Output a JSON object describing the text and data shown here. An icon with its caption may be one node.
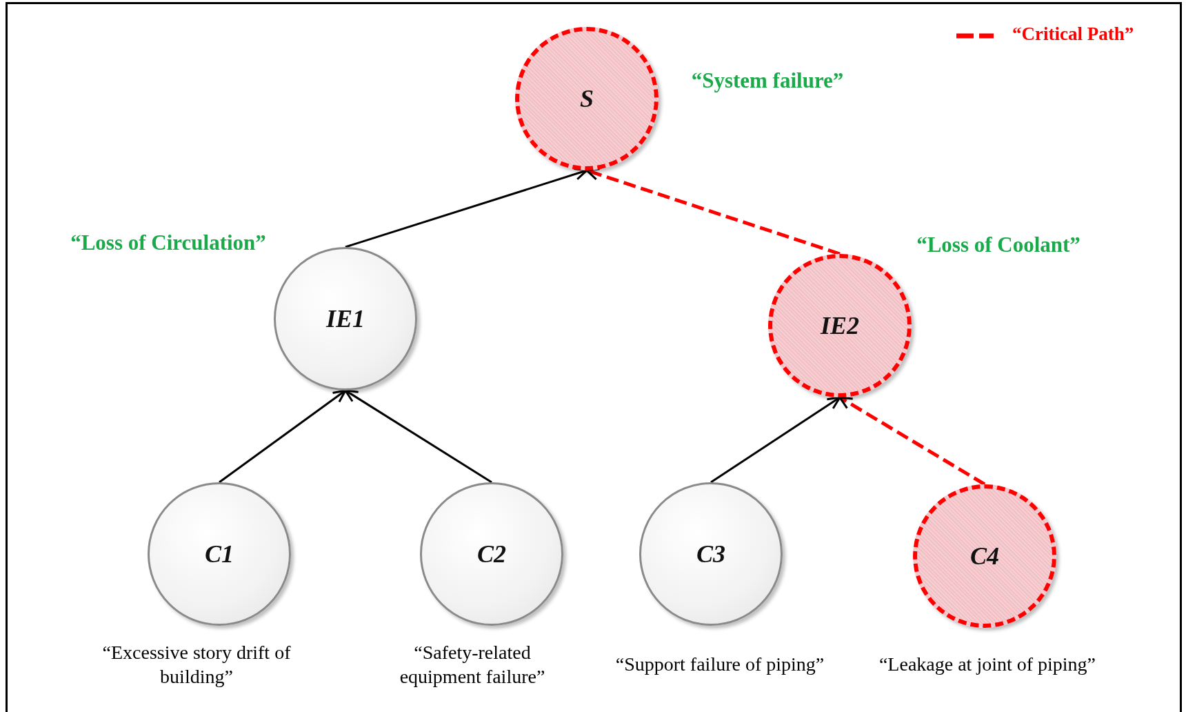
{
  "diagram": {
    "nodes": [
      {
        "text": [
          "S"
        ],
        "beside": [
          "“System failure”"
        ]
      },
      {
        "text": [
          "IE1"
        ],
        "beside": [
          "“Loss of  Circulation”"
        ]
      },
      {
        "text": [
          "IE2"
        ],
        "beside": [
          "“Loss of Coolant”"
        ]
      },
      {
        "text": [
          "C1"
        ],
        "beside": [
          "“Excessive story drift of building”"
        ]
      },
      {
        "text": [
          "C2"
        ],
        "beside": [
          "“Safety-related equipment failure”"
        ]
      },
      {
        "text": [
          "C3"
        ],
        "beside": [
          "“Support failure of piping”"
        ]
      },
      {
        "text": [
          "C4"
        ],
        "beside": [
          "“Leakage at joint of piping”"
        ]
      }
    ],
    "edges": [
      {
        "from": 1,
        "to": 0,
        "arrow": "to"
      },
      {
        "from": 2,
        "to": 0,
        "arrow": "to",
        "style": "dashed",
        "color": "#ff0000"
      },
      {
        "from": 3,
        "to": 1,
        "arrow": "to"
      },
      {
        "from": 4,
        "to": 1,
        "arrow": "to"
      },
      {
        "from": 5,
        "to": 2,
        "arrow": "to"
      },
      {
        "from": 6,
        "to": 2,
        "arrow": "to",
        "style": "dashed",
        "color": "#ff0000"
      }
    ],
    "legend": [
      {
        "text": "“Critical Path”"
      }
    ]
  }
}
